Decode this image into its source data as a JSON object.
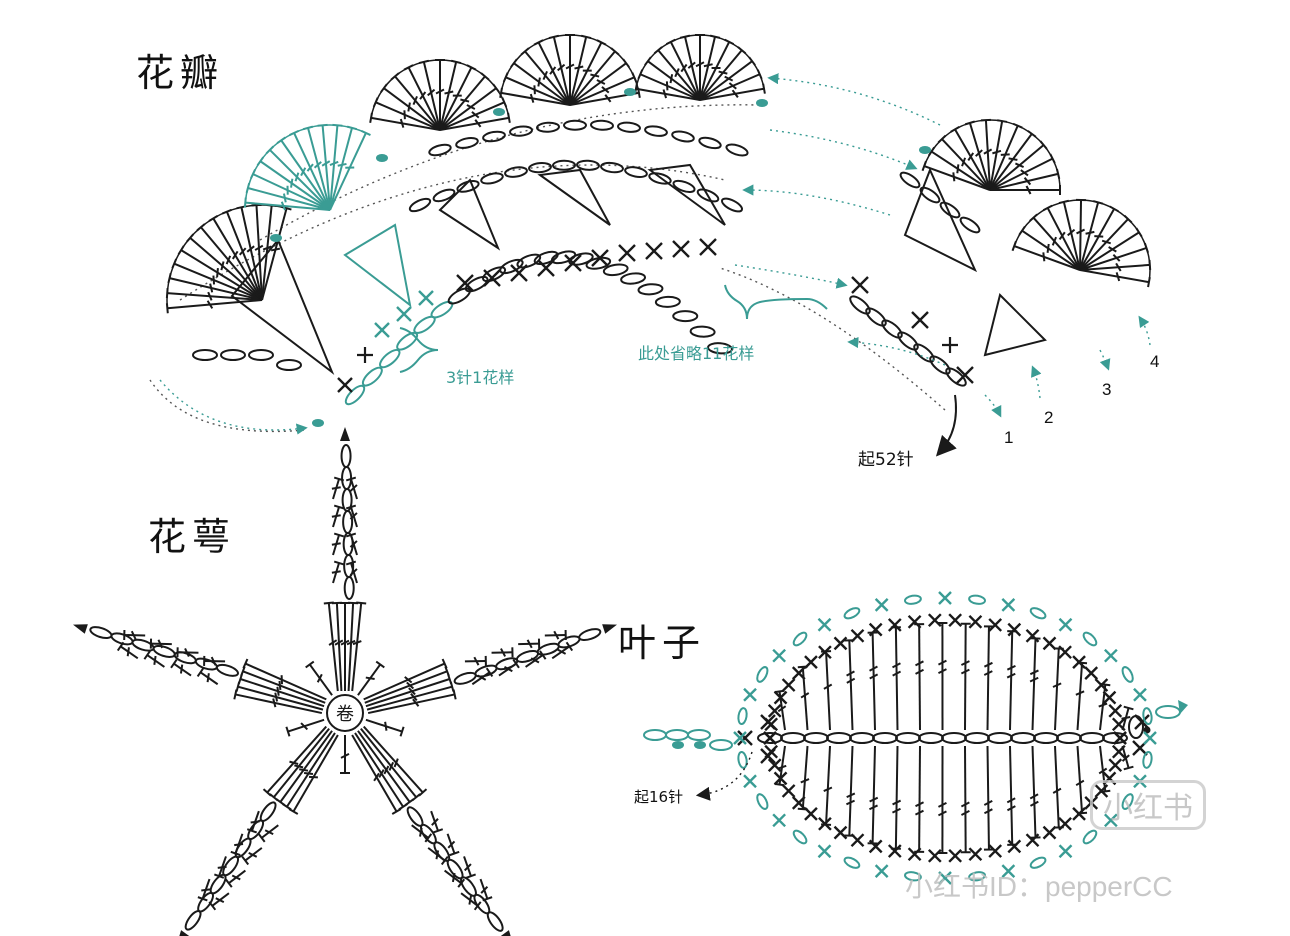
{
  "sections": {
    "petal": "花瓣",
    "sepal": "花萼",
    "leaf": "叶子"
  },
  "notes": {
    "repeat": "3针1花样",
    "omit": "此处省略11花样",
    "start52": "起52针",
    "start16": "起16针",
    "center": "卷"
  },
  "rows": [
    "1",
    "2",
    "3",
    "4"
  ],
  "watermark": {
    "logo": "小红书",
    "id": "小红书ID：pepperCC"
  },
  "colors": {
    "ink": "#1a1a1a",
    "teal": "#3a9c94"
  }
}
